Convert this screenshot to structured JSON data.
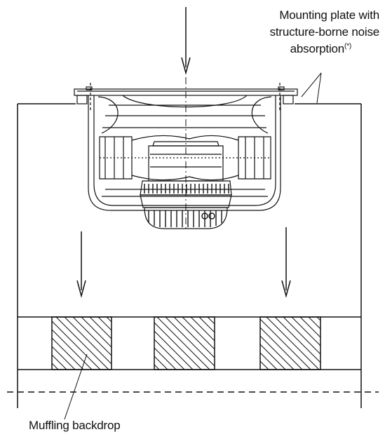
{
  "labels": {
    "mounting_plate_line1": "Mounting plate with",
    "mounting_plate_line2": "structure-borne noise",
    "mounting_plate_line3": "absorption",
    "mounting_plate_mark": "(*)",
    "muffling_backdrop": "Muffling backdrop"
  },
  "colors": {
    "stroke": "#111111",
    "background": "#ffffff"
  }
}
